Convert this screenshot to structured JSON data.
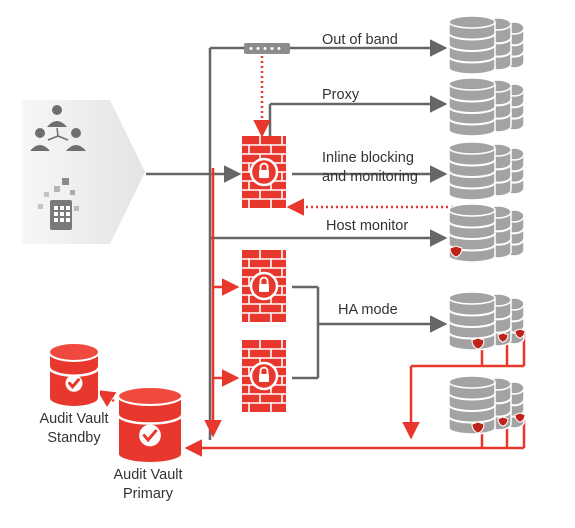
{
  "diagram": {
    "routes": {
      "out_of_band": "Out of band",
      "proxy": "Proxy",
      "inline_line1": "Inline blocking",
      "inline_line2": "and monitoring",
      "host_monitor": "Host monitor",
      "ha_mode": "HA mode"
    },
    "vault": {
      "standby_line1": "Audit Vault",
      "standby_line2": "Standby",
      "primary_line1": "Audit Vault",
      "primary_line2": "Primary"
    }
  },
  "colors": {
    "accent_red": "#e8372c",
    "line_gray": "#666666",
    "server_gray": "#a3a3a3",
    "text": "#333333",
    "chevron": "#ececec"
  },
  "icons": [
    "users-network-icon",
    "app-grid-icon",
    "network-switch-icon",
    "firewall-icon",
    "database-server-icon",
    "audit-vault-icon",
    "shield-icon"
  ]
}
